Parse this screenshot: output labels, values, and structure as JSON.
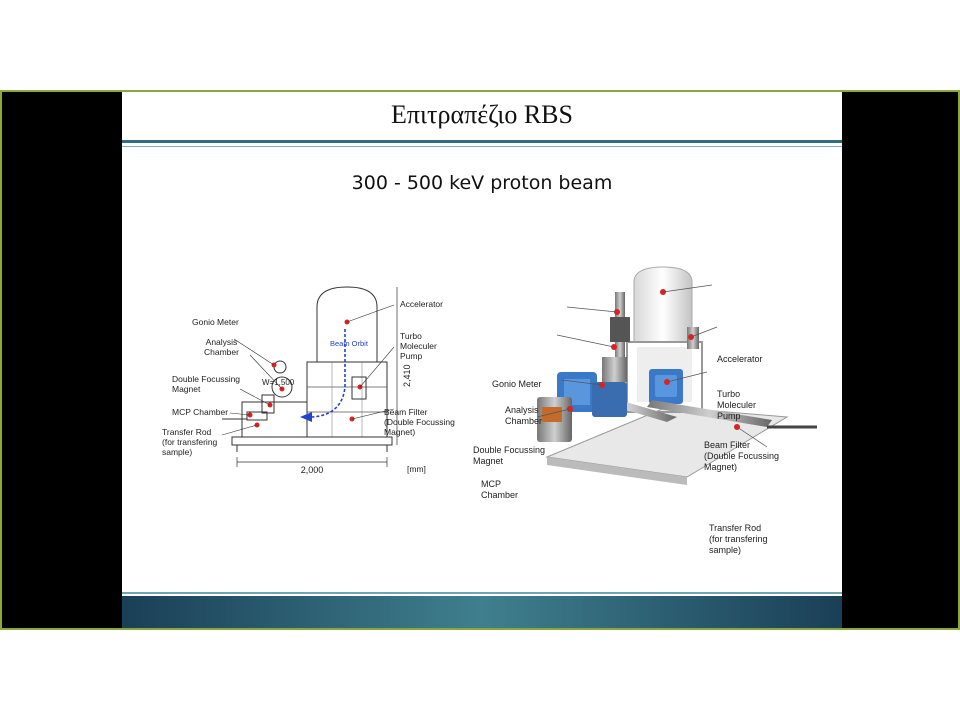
{
  "slide": {
    "title": "Επιτραπέζιο RBS",
    "subtitle": "300 - 500 keV proton beam"
  },
  "left_diagram": {
    "dimension_width": "W=1,500",
    "dimension_height": "2,410",
    "dimension_length": "2,000",
    "unit": "[mm]",
    "beam_orbit": "Beam Orbit",
    "labels": {
      "accelerator": "Accelerator",
      "gonio_meter": "Gonio Meter",
      "analysis_chamber": "Analysis\nChamber",
      "turbo_pump": "Turbo\nMoleculer\nPump",
      "double_focussing": "Double Focussing\nMagnet",
      "mcp_chamber": "MCP Chamber",
      "beam_filter": "Beam Filter\n(Double Focussing\nMagnet)",
      "transfer_rod": "Transfer Rod\n(for transfering\nsample)"
    }
  },
  "right_diagram": {
    "labels": {
      "accelerator": "Accelerator",
      "gonio_meter": "Gonio Meter",
      "analysis_chamber": "Analysis\nChamber",
      "turbo_pump": "Turbo\nMoleculer\nPump",
      "double_focussing": "Double Focussing\nMagnet",
      "beam_filter": "Beam Filter\n(Double Focussing\nMagnet)",
      "mcp_chamber": "MCP\nChamber",
      "transfer_rod": "Transfer Rod\n(for transfering\nsample)"
    }
  },
  "colors": {
    "frame_border": "#8aa83a",
    "rule": "#2f6e7e",
    "footer": "#1a3f57",
    "marker": "#e02020",
    "magnet_blue": "#3a78c8"
  }
}
